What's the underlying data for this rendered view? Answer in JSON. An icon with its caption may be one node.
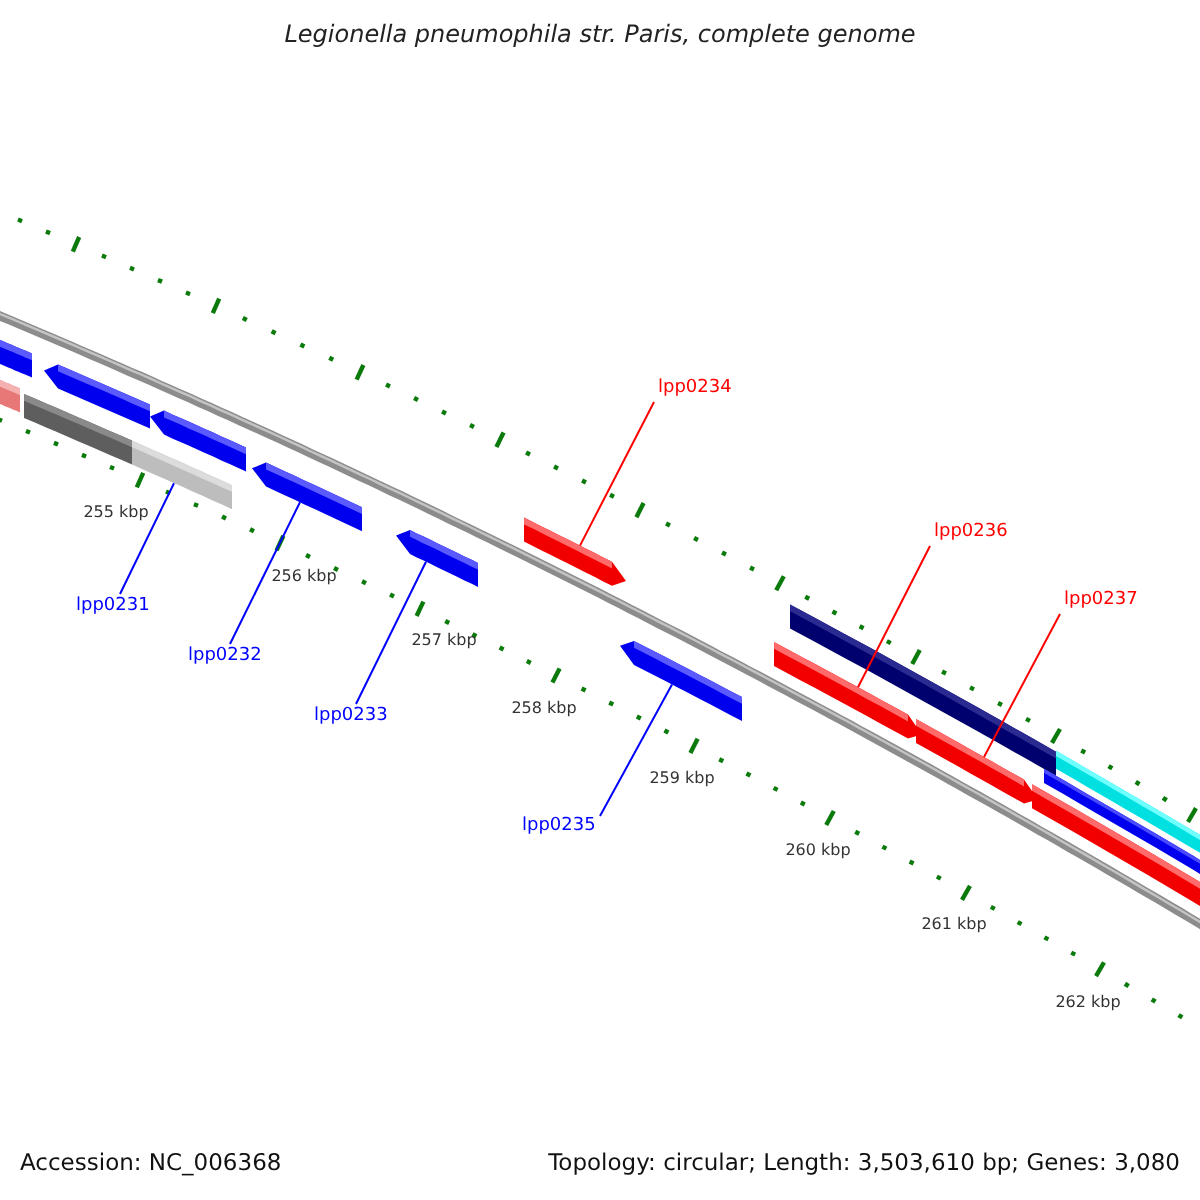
{
  "diagram": {
    "title": "Legionella pneumophila str. Paris, complete genome",
    "nodes": [
      {
        "text": [
          "lpp0234"
        ]
      },
      {
        "text": [
          "lpp0236"
        ]
      },
      {
        "text": [
          "lpp0237"
        ]
      },
      {
        "text": [
          "lpp0231"
        ]
      },
      {
        "text": [
          "lpp0232"
        ]
      },
      {
        "text": [
          "lpp0233"
        ]
      },
      {
        "text": [
          "lpp0235"
        ]
      },
      {
        "text": [],
        "shape": "bar"
      },
      {
        "text": [],
        "shape": "bar"
      },
      {
        "text": [],
        "shape": "bar"
      },
      {
        "text": [],
        "shape": "bar"
      },
      {
        "text": [],
        "shape": "bar"
      },
      {
        "text": [],
        "shape": "bar"
      },
      {
        "text": [],
        "shape": "bar"
      },
      {
        "text": [],
        "shape": "bar"
      },
      {
        "text": [],
        "shape": "bar"
      },
      {
        "text": [],
        "shape": "bar"
      },
      {
        "text": [],
        "shape": "bar"
      },
      {
        "text": [],
        "shape": "bar"
      },
      {
        "text": [],
        "shape": "bar"
      },
      {
        "text": [],
        "shape": "bar"
      },
      {
        "text": [],
        "shape": "bar"
      },
      {
        "text": [],
        "shape": "bar"
      }
    ],
    "edges": [
      {
        "from": 0,
        "to": 15,
        "arrow": "none",
        "color": "#ff0000"
      },
      {
        "from": 1,
        "to": 17,
        "arrow": "none",
        "color": "#ff0000"
      },
      {
        "from": 2,
        "to": 19,
        "arrow": "none",
        "color": "#ff0000"
      },
      {
        "from": 3,
        "to": 11,
        "arrow": "none"
      },
      {
        "from": 4,
        "to": 13,
        "arrow": "none"
      },
      {
        "from": 5,
        "to": 14,
        "arrow": "none"
      },
      {
        "from": 6,
        "to": 16,
        "arrow": "none"
      }
    ],
    "labels": [
      "255 kbp",
      "256 kbp",
      "257 kbp",
      "258 kbp",
      "259 kbp",
      "260 kbp",
      "261 kbp",
      "262 kbp",
      "Accession: NC_006368",
      "Topology: circular; Length: 3,503,610 bp; Genes: 3,080"
    ]
  }
}
